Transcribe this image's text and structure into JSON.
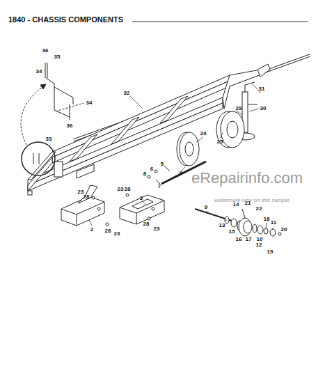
{
  "diagram": {
    "title": "1840 - CHASSIS COMPONENTS",
    "labels": [
      "36",
      "35",
      "34",
      "34",
      "36",
      "33",
      "32",
      "31",
      "29",
      "30",
      "24",
      "25",
      "5",
      "6",
      "4",
      "8",
      "7",
      "23",
      "28",
      "23",
      "28",
      "3",
      "28",
      "23",
      "2",
      "28",
      "23",
      "9",
      "14",
      "21",
      "22",
      "13",
      "15",
      "18",
      "16",
      "17",
      "11",
      "20",
      "10",
      "12",
      "19",
      "eRepairinfo.com",
      "watermark only on this sample"
    ]
  }
}
